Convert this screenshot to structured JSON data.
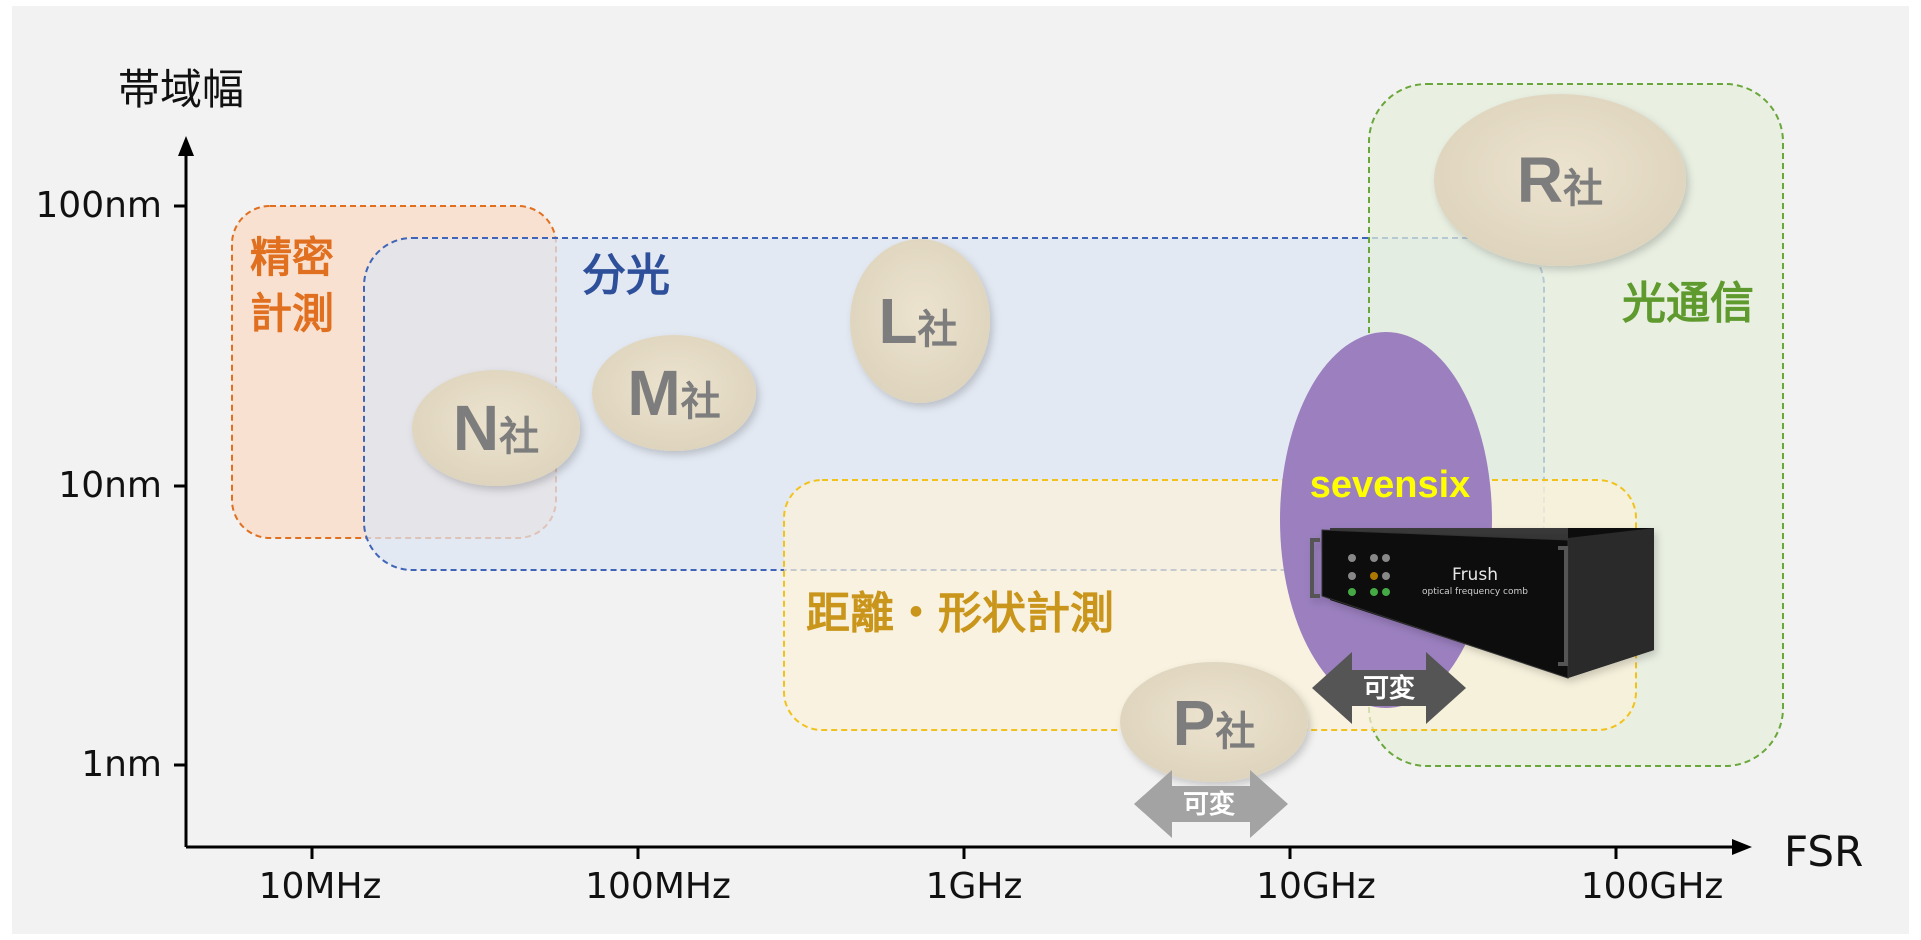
{
  "axes": {
    "y_title": "帯域幅",
    "x_title": "FSR",
    "y_ticks": [
      "100nm",
      "10nm",
      "1nm"
    ],
    "x_ticks": [
      "10MHz",
      "100MHz",
      "1GHz",
      "10GHz",
      "100GHz"
    ]
  },
  "regions": {
    "precision": {
      "label_line1": "精密",
      "label_line2": "計測",
      "color": "#e07020"
    },
    "spectroscopy": {
      "label": "分光",
      "color": "#2e4f9a"
    },
    "distance": {
      "label": "距離・形状計測",
      "color": "#c9951a"
    },
    "optical_comm": {
      "label": "光通信",
      "color": "#5f9a2e"
    }
  },
  "companies": {
    "n": {
      "letter": "N",
      "suffix": "社"
    },
    "m": {
      "letter": "M",
      "suffix": "社"
    },
    "l": {
      "letter": "L",
      "suffix": "社"
    },
    "r": {
      "letter": "R",
      "suffix": "社"
    },
    "p": {
      "letter": "P",
      "suffix": "社"
    }
  },
  "sevensix": {
    "label": "sevensix",
    "color": "#9b7fbf",
    "label_color": "#ffff00"
  },
  "device": {
    "brand": "Frush",
    "subtitle": "optical frequency comb"
  },
  "variable_arrows": {
    "sevensix": "可変",
    "p": "可変"
  }
}
